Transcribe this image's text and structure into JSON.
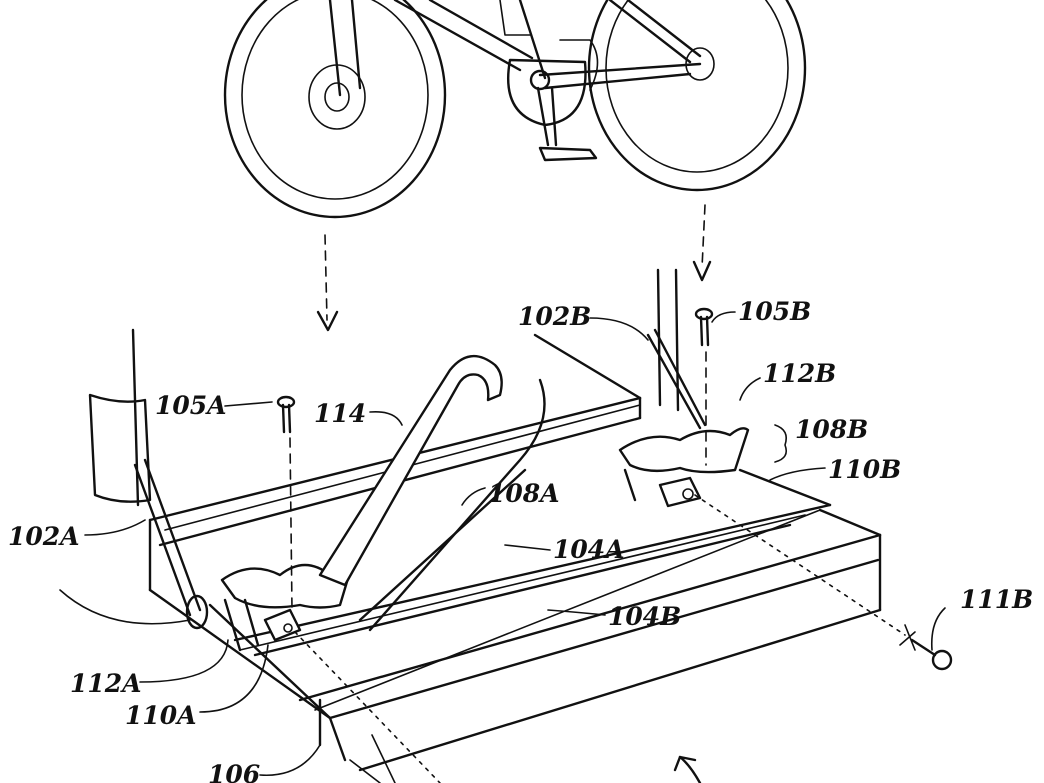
{
  "figure": {
    "labels": {
      "l102A": "102A",
      "l102B": "102B",
      "l104A": "104A",
      "l104B": "104B",
      "l105A": "105A",
      "l105B": "105B",
      "l106": "106",
      "l108A": "108A",
      "l108B": "108B",
      "l110A": "110A",
      "l110B": "110B",
      "l111B": "111B",
      "l112A": "112A",
      "l112B": "112B",
      "l114": "114"
    }
  }
}
